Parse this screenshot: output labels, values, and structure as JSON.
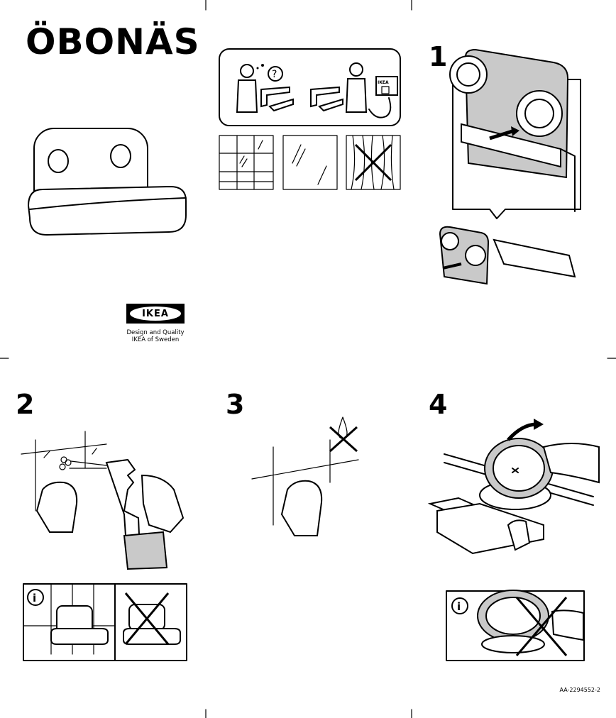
{
  "product": {
    "name": "ÖBONÄS"
  },
  "brand": {
    "logo_text": "IKEA",
    "tagline_line1": "Design and Quality",
    "tagline_line2": "IKEA of Sweden"
  },
  "steps": [
    {
      "number": "1"
    },
    {
      "number": "2"
    },
    {
      "number": "3"
    },
    {
      "number": "4"
    }
  ],
  "document_id": "AA-2294552-2",
  "icons": {
    "help": "help-question-icon",
    "info": "info-icon",
    "prohibited": "cross-out-icon",
    "ikea_store": "ikea-store-icon"
  }
}
